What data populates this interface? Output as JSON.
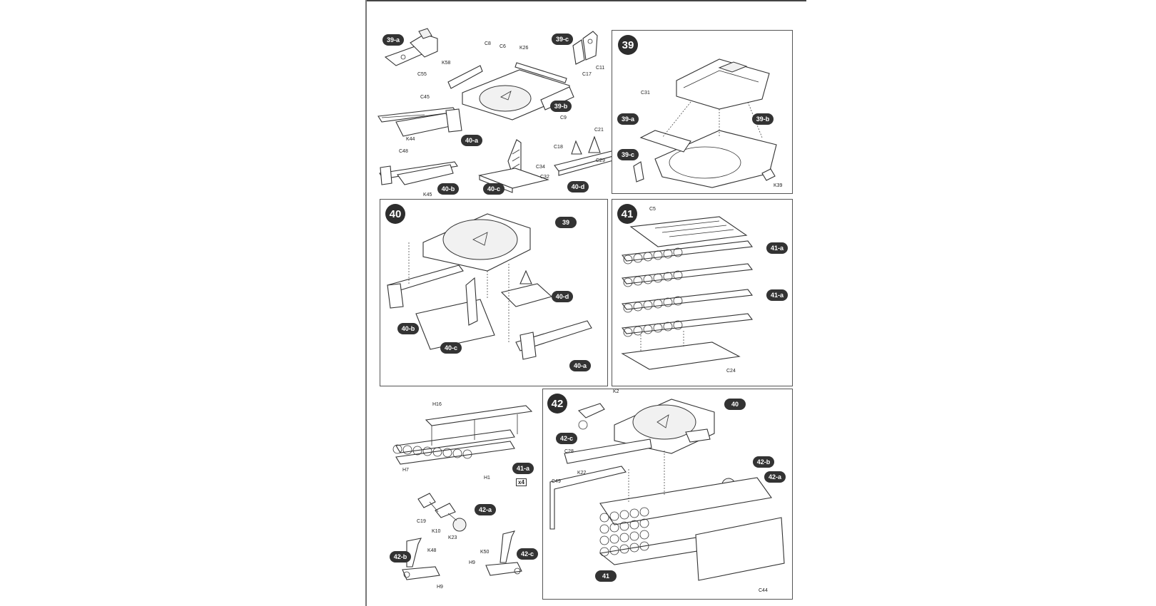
{
  "sheet": {
    "top_parts": {
      "subs": [
        "39-a",
        "39-c",
        "39-b",
        "40-a",
        "40-b",
        "40-c",
        "40-d"
      ],
      "labels": [
        "C55",
        "K58",
        "C8",
        "C6",
        "K26",
        "C11",
        "C17",
        "C9",
        "C45",
        "K44",
        "C48",
        "K45",
        "C34",
        "C32",
        "C18",
        "C21",
        "C29"
      ]
    },
    "step39": {
      "number": "39",
      "subs": [
        "39-a",
        "39-b",
        "39-c"
      ],
      "labels": [
        "C31",
        "K39"
      ]
    },
    "step40": {
      "number": "40",
      "subs": [
        "39",
        "40-d",
        "40-b",
        "40-c",
        "40-a"
      ]
    },
    "step41": {
      "number": "41",
      "subs": [
        "41-a",
        "41-a"
      ],
      "labels": [
        "C5",
        "C24"
      ]
    },
    "bottom_parts": {
      "subs": [
        "41-a",
        "42-a",
        "42-b",
        "42-c"
      ],
      "qty": "x4",
      "labels": [
        "H16",
        "H7",
        "H1",
        "C19",
        "K10",
        "K23",
        "K48",
        "H9",
        "K50",
        "H9"
      ]
    },
    "step42": {
      "number": "42",
      "subs": [
        "40",
        "42-c",
        "42-b",
        "42-a",
        "41"
      ],
      "labels": [
        "K2",
        "C28",
        "K22",
        "C49",
        "C44"
      ]
    }
  }
}
